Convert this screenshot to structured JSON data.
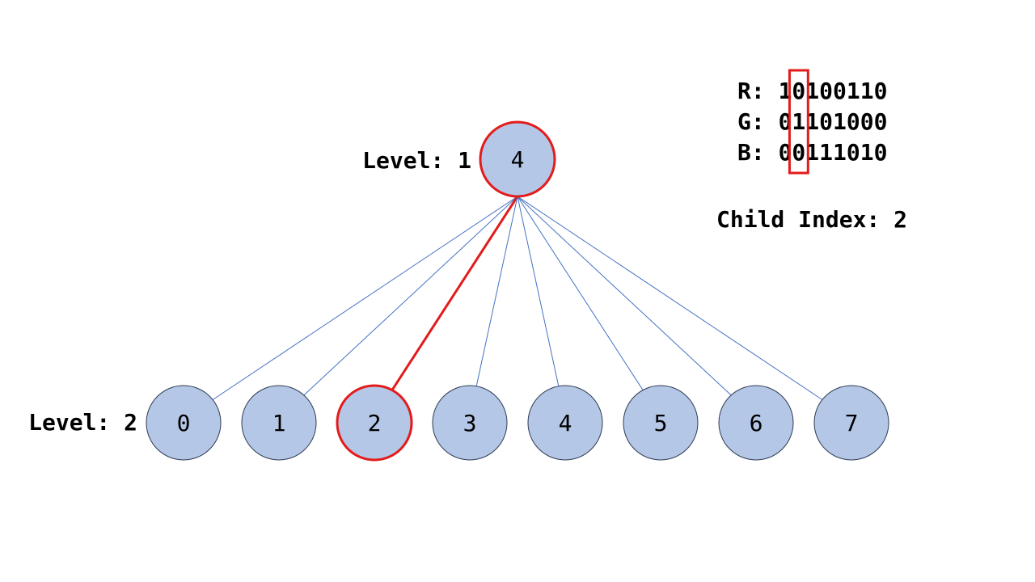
{
  "colors": {
    "node_fill": "#b4c7e7",
    "node_stroke": "#2f3b52",
    "edge": "#4472c4",
    "highlight": "#e31b1b",
    "text": "#000000"
  },
  "root": {
    "level_label": "Level: 1",
    "value": "4"
  },
  "children": {
    "level_label": "Level: 2",
    "values": [
      "0",
      "1",
      "2",
      "3",
      "4",
      "5",
      "6",
      "7"
    ],
    "highlighted_index": 2
  },
  "bits": {
    "rows": [
      {
        "label": "R:",
        "value": "10100110"
      },
      {
        "label": "G:",
        "value": "01101000"
      },
      {
        "label": "B:",
        "value": "00111010"
      }
    ],
    "highlighted_bit_position": 1
  },
  "child_index_label": "Child Index: 2"
}
